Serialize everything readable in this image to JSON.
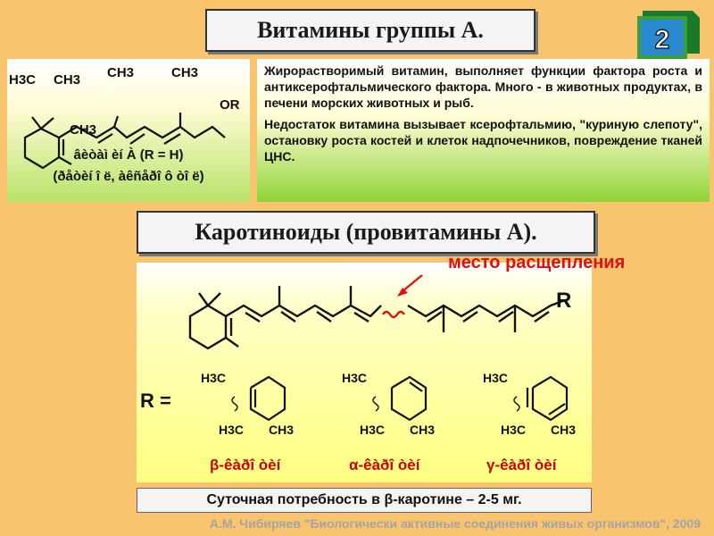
{
  "slide": {
    "number": "2"
  },
  "titles": {
    "vitamins": "Витамины группы А.",
    "carotenoids": "Каротиноиды (провитамины А)."
  },
  "retinol": {
    "labels": {
      "h3c": "H3C",
      "ch3": "CH3",
      "or": "OR"
    },
    "caption_line1": "âèòàì èí  À (R = H)",
    "caption_line2": "(ðåòèí î ë,  àêñåðî ô òî ë)"
  },
  "vitamin_a_info": {
    "paragraph1": "Жирорастворимый витамин, выполняет функции фактора роста и антиксерофтальмического фактора. Много - в животных продуктах, в печени морских животных и рыб.",
    "paragraph2": "Недостаток витамина вызывает ксерофтальмию, \"куриную слепоту\", остановку роста костей и клеток надпочечников, повреждение тканей ЦНС."
  },
  "carotene": {
    "cleavage_label": "место расщепления",
    "r_label": "R",
    "r_equals": "R =",
    "h3c": "H3C",
    "ch3": "CH3",
    "isomers": [
      {
        "symbol": "β",
        "suffix": "-êàðî òèí"
      },
      {
        "symbol": "α",
        "suffix": "-êàðî òèí"
      },
      {
        "symbol": "γ",
        "suffix": "-êàðî òèí"
      }
    ]
  },
  "daily_requirement": "Суточная потребность в β-каротине – 2-5 мг.",
  "footer": "А.М. Чибиряев \"Биологически активные соединения живых организмов\", 2009",
  "colors": {
    "background": "#f8c46e",
    "accent_red": "#e01010",
    "isomer_label": "#cc0000",
    "slide_number_blue": "#2a8ad0",
    "slide_number_green": "#3a9e3a"
  }
}
